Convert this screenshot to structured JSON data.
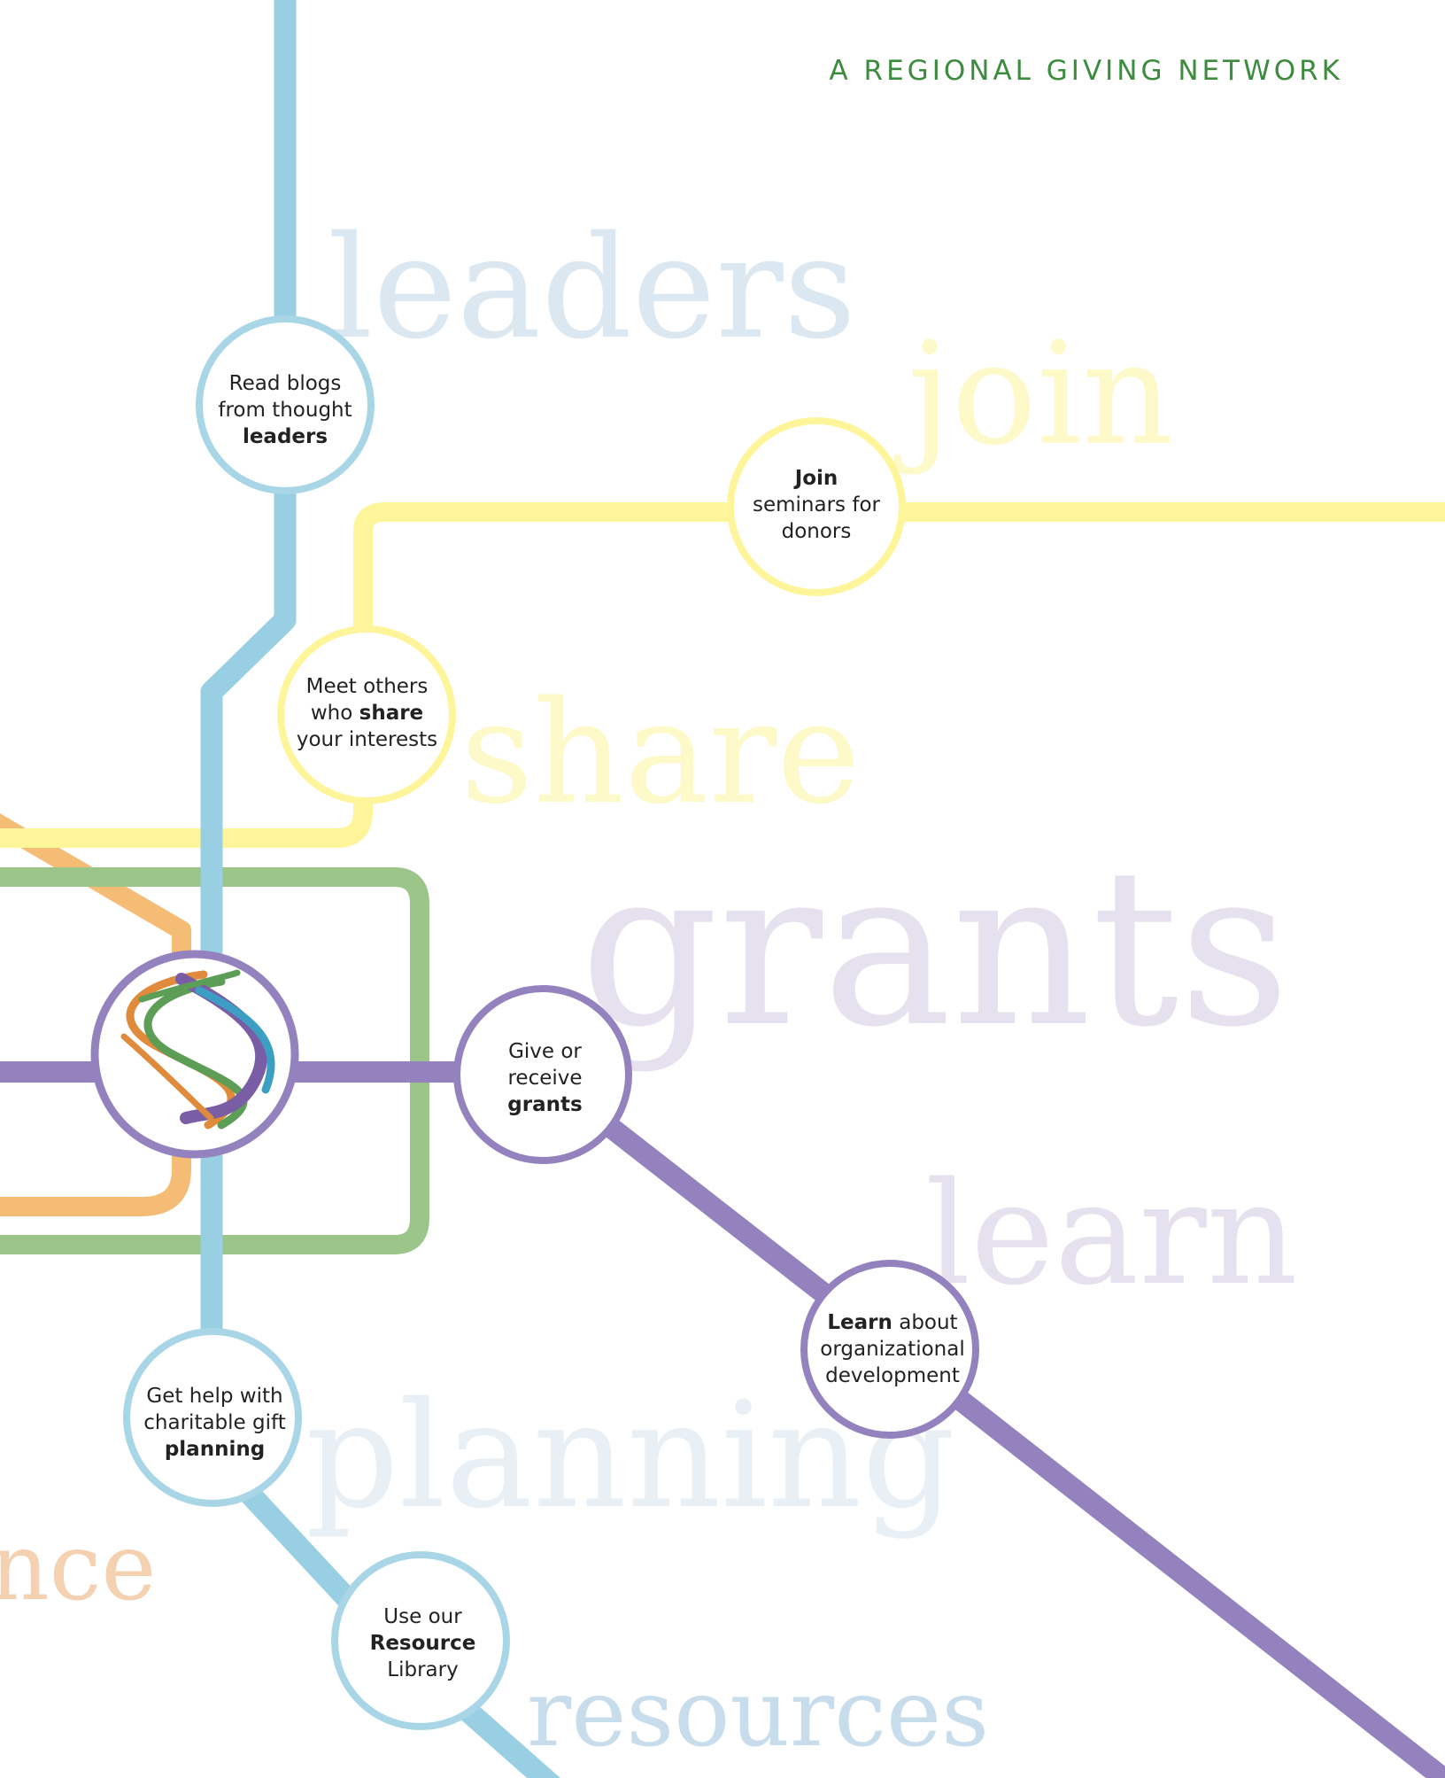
{
  "tagline": "A REGIONAL GIVING NETWORK",
  "colors": {
    "blue": "#98CFE3",
    "yellow": "#FEF59B",
    "green": "#9CC58A",
    "orange": "#F5BC75",
    "purple": "#9482BE",
    "tagline": "#3C8B3E",
    "word_blue": "#DCE8F1",
    "word_yellow": "#FEF9C8",
    "word_lavender": "#E5E1EE",
    "word_planning": "#E8EFF5",
    "word_orange": "#F4D1B0",
    "word_resources": "#C8DDEC"
  },
  "background_words": {
    "leaders": "leaders",
    "join": "join",
    "share": "share",
    "grants": "grants",
    "learn": "learn",
    "planning": "planning",
    "nce": "nce",
    "resources": "resources"
  },
  "hub": {
    "icon": "ribbon-logo-icon"
  },
  "stations": [
    {
      "id": "blogs",
      "line": "blue",
      "pre": "Read blogs from thought",
      "bold": "leaders",
      "post": ""
    },
    {
      "id": "join",
      "line": "yellow",
      "pre": "",
      "bold": "Join",
      "post": "seminars for donors"
    },
    {
      "id": "share",
      "line": "yellow",
      "pre": "Meet others who",
      "bold": "share",
      "post": "your interests"
    },
    {
      "id": "grants",
      "line": "purple",
      "pre": "Give or receive",
      "bold": "grants",
      "post": ""
    },
    {
      "id": "learn",
      "line": "purple",
      "pre": "",
      "bold": "Learn",
      "post": "about organizational development"
    },
    {
      "id": "planning",
      "line": "blue",
      "pre": "Get help with charitable gift",
      "bold": "planning",
      "post": ""
    },
    {
      "id": "resource",
      "line": "blue",
      "pre": "Use our",
      "bold": "Resource",
      "post": "Library"
    }
  ]
}
